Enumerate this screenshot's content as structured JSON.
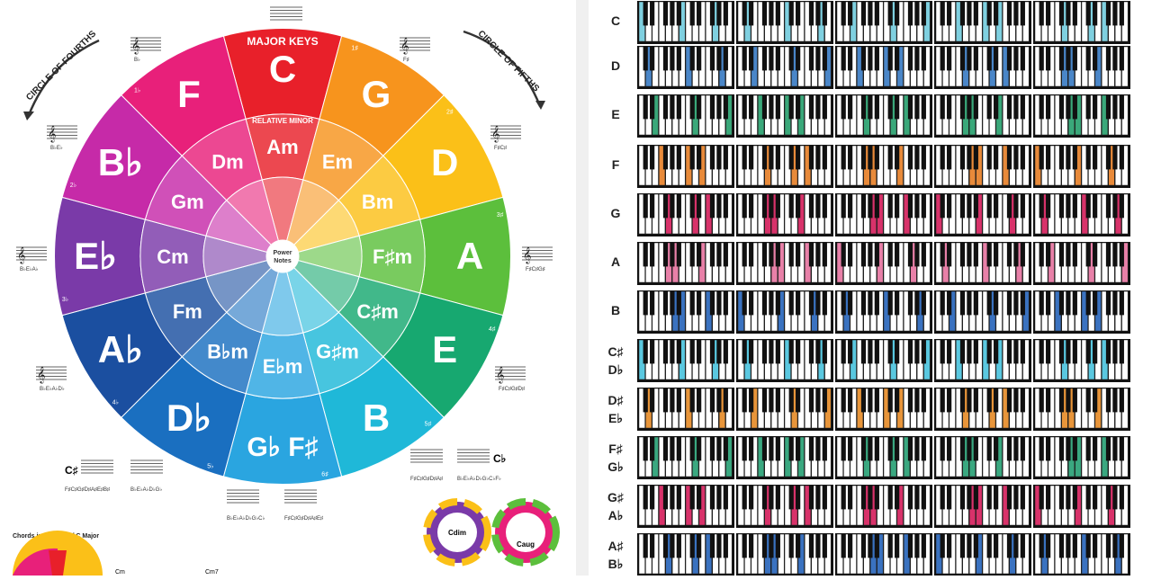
{
  "wheel": {
    "major_title": "MAJOR KEYS",
    "minor_title": "RELATIVE MINOR",
    "center_label": [
      "Power",
      "Notes"
    ],
    "segments": [
      {
        "major": "C",
        "minor": "Am",
        "color": "#e8202a",
        "acc": ""
      },
      {
        "major": "G",
        "minor": "Em",
        "color": "#f7941d",
        "acc": "1♯"
      },
      {
        "major": "D",
        "minor": "Bm",
        "color": "#fbc018",
        "acc": "2♯"
      },
      {
        "major": "A",
        "minor": "F♯m",
        "color": "#5cbf3c",
        "acc": "3♯"
      },
      {
        "major": "E",
        "minor": "C♯m",
        "color": "#17a870",
        "acc": "4♯"
      },
      {
        "major": "B",
        "minor": "G♯m",
        "color": "#1fb8d8",
        "acc": "5♯"
      },
      {
        "major": "G♭ F♯",
        "minor": "E♭m",
        "color": "#2aa5e0",
        "acc": "6♯"
      },
      {
        "major": "D♭",
        "minor": "B♭m",
        "color": "#1a6fc0",
        "acc": "5♭"
      },
      {
        "major": "A♭",
        "minor": "Fm",
        "color": "#1b4fa0",
        "acc": "4♭"
      },
      {
        "major": "E♭",
        "minor": "Cm",
        "color": "#7a3aa8",
        "acc": "3♭"
      },
      {
        "major": "B♭",
        "minor": "Gm",
        "color": "#c62aa8",
        "acc": "2♭"
      },
      {
        "major": "F",
        "minor": "Dm",
        "color": "#e8207a",
        "acc": "1♭"
      }
    ]
  },
  "arrows": {
    "left": "CIRCLE OF FOURTHS",
    "right": "CIRCLE OF FIFTHS"
  },
  "key_sigs": [
    {
      "label": "B♭"
    },
    {
      "label": "F♯"
    },
    {
      "label": "B♭E♭"
    },
    {
      "label": "F♯C♯"
    },
    {
      "label": "B♭E♭A♭"
    },
    {
      "label": "F♯C♯G♯"
    },
    {
      "label": "B♭E♭A♭D♭"
    },
    {
      "label": "F♯C♯G♯D♯"
    }
  ],
  "bottom_sigs": {
    "c_sharp": "C♯",
    "c_sharp_notes": "F♯C♯G♯D♯A♯E♯B♯",
    "b_flat_notes": "B♭E♭A♭D♭G♭",
    "f_sharp_notes": "F♯C♯G♯D♯A♯",
    "c_flat": "C♭",
    "c_flat_notes": "B♭E♭A♭D♭G♭C♭F♭",
    "g_flat_notes": "B♭E♭A♭D♭G♭C♭",
    "f_sharp2_notes": "F♯C♯G♯D♯A♯E♯"
  },
  "mini": {
    "dim": "Cdim",
    "aug": "Caug"
  },
  "chords_title": "Chords in the Key of C Major",
  "chord_small": [
    "Cm",
    "Cm7"
  ],
  "piano_rows": [
    {
      "top": "C",
      "bot": "",
      "color": "#7fd0e0"
    },
    {
      "top": "D",
      "bot": "",
      "color": "#4a86c8"
    },
    {
      "top": "E",
      "bot": "",
      "color": "#3aa87a"
    },
    {
      "top": "F",
      "bot": "",
      "color": "#e88a3a"
    },
    {
      "top": "G",
      "bot": "",
      "color": "#d8326a"
    },
    {
      "top": "A",
      "bot": "",
      "color": "#e880a8"
    },
    {
      "top": "B",
      "bot": "",
      "color": "#3a72c0"
    },
    {
      "top": "C♯",
      "bot": "D♭",
      "color": "#5ac8e0"
    },
    {
      "top": "D♯",
      "bot": "E♭",
      "color": "#e8953a"
    },
    {
      "top": "F♯",
      "bot": "G♭",
      "color": "#3aa880"
    },
    {
      "top": "G♯",
      "bot": "A♭",
      "color": "#d8326a"
    },
    {
      "top": "A♯",
      "bot": "B♭",
      "color": "#3a72c0"
    }
  ]
}
